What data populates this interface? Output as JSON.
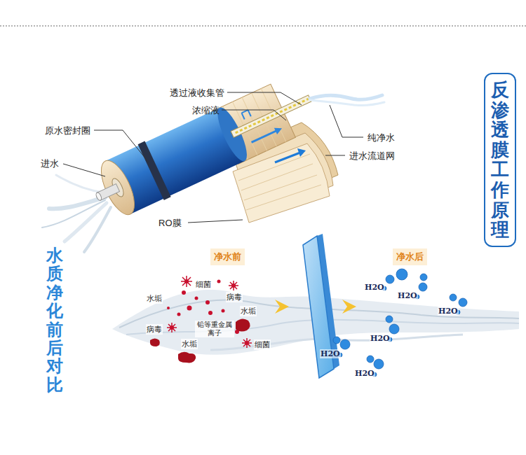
{
  "diagram": {
    "title": "反渗透膜工作原理",
    "nodes": [
      {
        "text": [
          "净水前"
        ]
      },
      {
        "text": [
          "净水后"
        ]
      }
    ],
    "labels": [
      "透过液收集管",
      "浓缩液",
      "原水密封圈",
      "进水",
      "纯净水",
      "进水流道网",
      "RO膜",
      "水质净化前后对比",
      "细菌",
      "水垢",
      "病毒",
      "水垢",
      "病毒",
      "铅等重金属 离子",
      "水垢",
      "细菌",
      "H2O",
      "H2O",
      "H2O",
      "H2O",
      "H2O",
      "H2O"
    ]
  }
}
